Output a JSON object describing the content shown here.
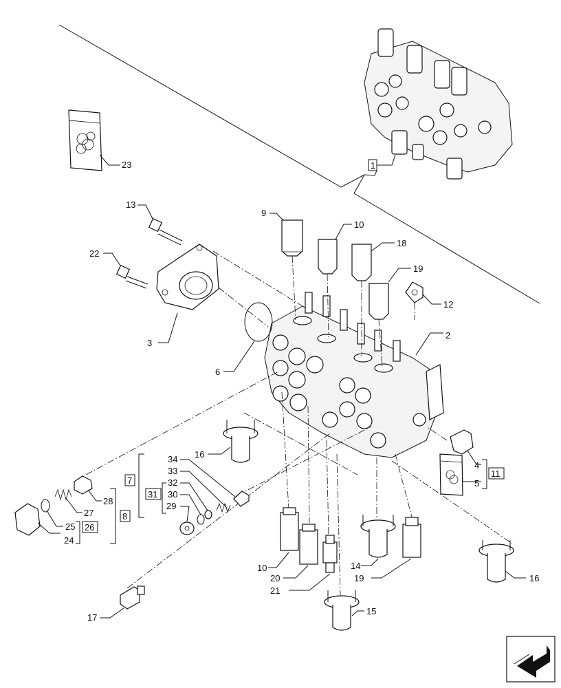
{
  "labels": {
    "l1": "1",
    "l2": "2",
    "l3": "3",
    "l4": "4",
    "l5": "5",
    "l6": "6",
    "l7": "7",
    "l8": "8",
    "l9": "9",
    "l10a": "10",
    "l10b": "10",
    "l11": "11",
    "l12": "12",
    "l13": "13",
    "l14": "14",
    "l15": "15",
    "l16a": "16",
    "l16b": "16",
    "l17": "17",
    "l18": "18",
    "l19a": "19",
    "l19b": "19",
    "l20": "20",
    "l21": "21",
    "l22": "22",
    "l23": "23",
    "l24": "24",
    "l25": "25",
    "l26": "26",
    "l27": "27",
    "l28": "28",
    "l29": "29",
    "l30": "30",
    "l31": "31",
    "l32": "32",
    "l33": "33",
    "l34": "34"
  },
  "icons": {
    "kit_bag": "seal-kit-bag-icon",
    "nav": "next-page-arrow-icon"
  }
}
